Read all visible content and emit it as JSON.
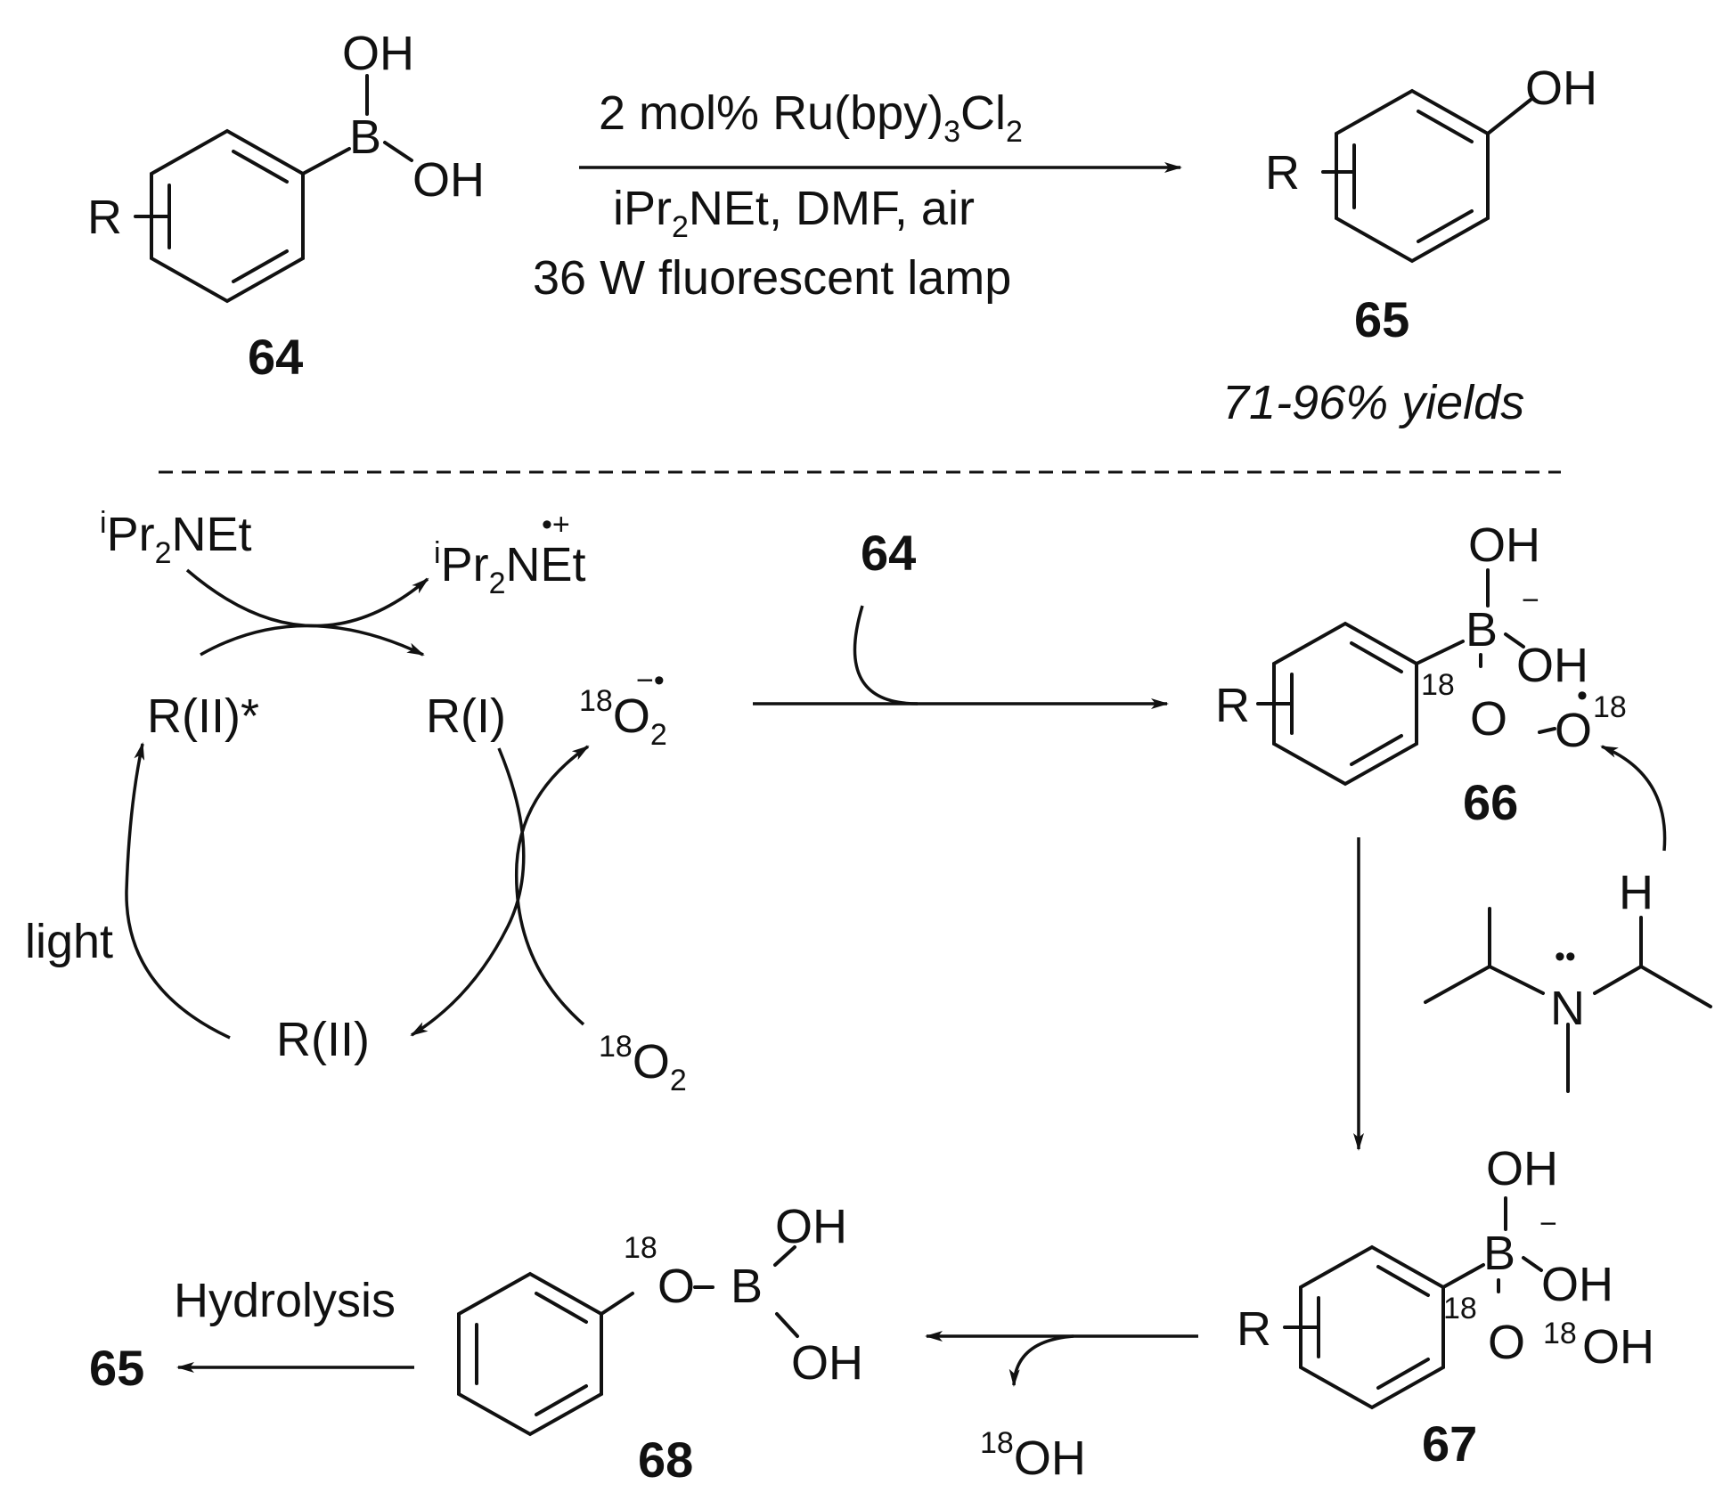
{
  "top_reaction": {
    "reactant": {
      "r_group": "R",
      "oh_top": "OH",
      "oh_side": "OH",
      "boron": "B",
      "number": "64"
    },
    "conditions": {
      "line1_pre": "2 mol% Ru(bpy)",
      "line1_sub1": "3",
      "line1_mid": "Cl",
      "line1_sub2": "2",
      "line2_pre": "iPr",
      "line2_sub": "2",
      "line2_post": "NEt, DMF, air",
      "line3": "36 W fluorescent lamp"
    },
    "product": {
      "r_group": "R",
      "oh": "OH",
      "number": "65",
      "yield": "71-96% yields"
    }
  },
  "mechanism": {
    "amine_start": {
      "sup": "i",
      "pre": "Pr",
      "sub": "2",
      "post": "NEt"
    },
    "amine_cation": {
      "sup": "i",
      "pre": "Pr",
      "sub": "2",
      "post": "NEt",
      "charge": "•+"
    },
    "ru_excited": "R(II)*",
    "ru_reduced": "R(I)",
    "ru_ground": "R(II)",
    "light": "light",
    "superoxide": {
      "iso": "18",
      "el": "O",
      "sub": "2",
      "charge": "−•"
    },
    "dioxygen": {
      "iso": "18",
      "el": "O",
      "sub": "2"
    },
    "reagent_64": "64",
    "intermediate_66": {
      "r_group": "R",
      "oh_top": "OH",
      "oh_side": "OH",
      "boron": "B",
      "minus": "−",
      "iso1": "18",
      "o1": "O",
      "o2": "O",
      "radical": "•",
      "iso2": "18",
      "number": "66"
    },
    "amine_h": {
      "h": "H",
      "n": "N",
      "lone_pair": "••"
    },
    "intermediate_67": {
      "r_group": "R",
      "oh_top": "OH",
      "oh_side": "OH",
      "boron": "B",
      "minus": "−",
      "iso1": "18",
      "o1": "O",
      "iso2": "18",
      "oh2": "OH",
      "number": "67"
    },
    "byproduct": {
      "iso": "18",
      "el": "OH"
    },
    "intermediate_68": {
      "iso": "18",
      "o": "O",
      "boron": "B",
      "oh_top": "OH",
      "oh_bottom": "OH",
      "number": "68"
    },
    "hydrolysis": "Hydrolysis",
    "final_product": "65"
  }
}
